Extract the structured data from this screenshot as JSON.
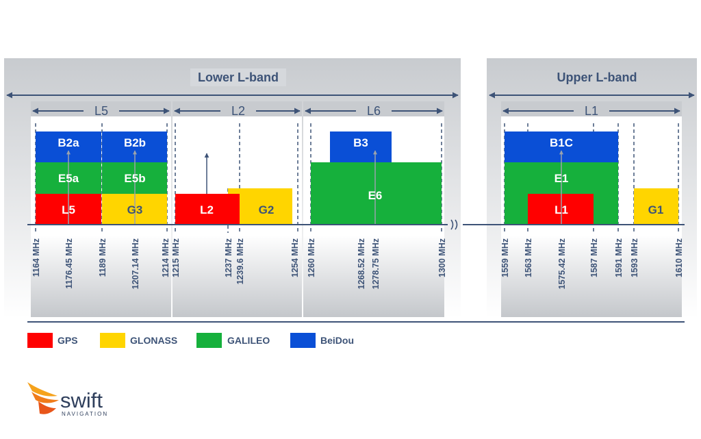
{
  "bands": {
    "lower": "Lower L-band",
    "upper": "Upper L-band"
  },
  "sub_bands": {
    "l5": "L5",
    "l2": "L2",
    "l6": "L6",
    "l1": "L1"
  },
  "signals": {
    "b2a": "B2a",
    "b2b": "B2b",
    "e5a": "E5a",
    "e5b": "E5b",
    "l5": "L5",
    "g3": "G3",
    "l2": "L2",
    "g2": "G2",
    "b3": "B3",
    "e6": "E6",
    "b1c": "B1C",
    "e1": "E1",
    "l1": "L1",
    "g1": "G1"
  },
  "frequencies": {
    "f1164": "1164 MHz",
    "f1176": "1176.45 MHz",
    "f1189": "1189 MHz",
    "f1207": "1207.14 MHz",
    "f1214": "1214 MHz",
    "f1215": "1215 MHz",
    "f1237": "1237 MHz",
    "f1239": "1239.6 MHz",
    "f1254": "1254 MHz",
    "f1260": "1260 MHz",
    "f1268": "1268.52 MHz",
    "f1278": "1278.75 MHz",
    "f1300": "1300 MHz",
    "f1559": "1559 MHz",
    "f1563": "1563 MHz",
    "f1575": "1575.42 MHz",
    "f1587": "1587 MHz",
    "f1591": "1591 MHz",
    "f1593": "1593 MHz",
    "f1610": "1610 MHz"
  },
  "legend": {
    "gps": "GPS",
    "glonass": "GLONASS",
    "galileo": "GALILEO",
    "beidou": "BeiDou"
  },
  "colors": {
    "gps": "#ff0000",
    "glonass": "#ffd500",
    "galileo": "#16b03c",
    "beidou": "#0a4fd6",
    "text": "#3d5377"
  },
  "logo": {
    "word": "swift",
    "sub": "NAVIGATION"
  }
}
